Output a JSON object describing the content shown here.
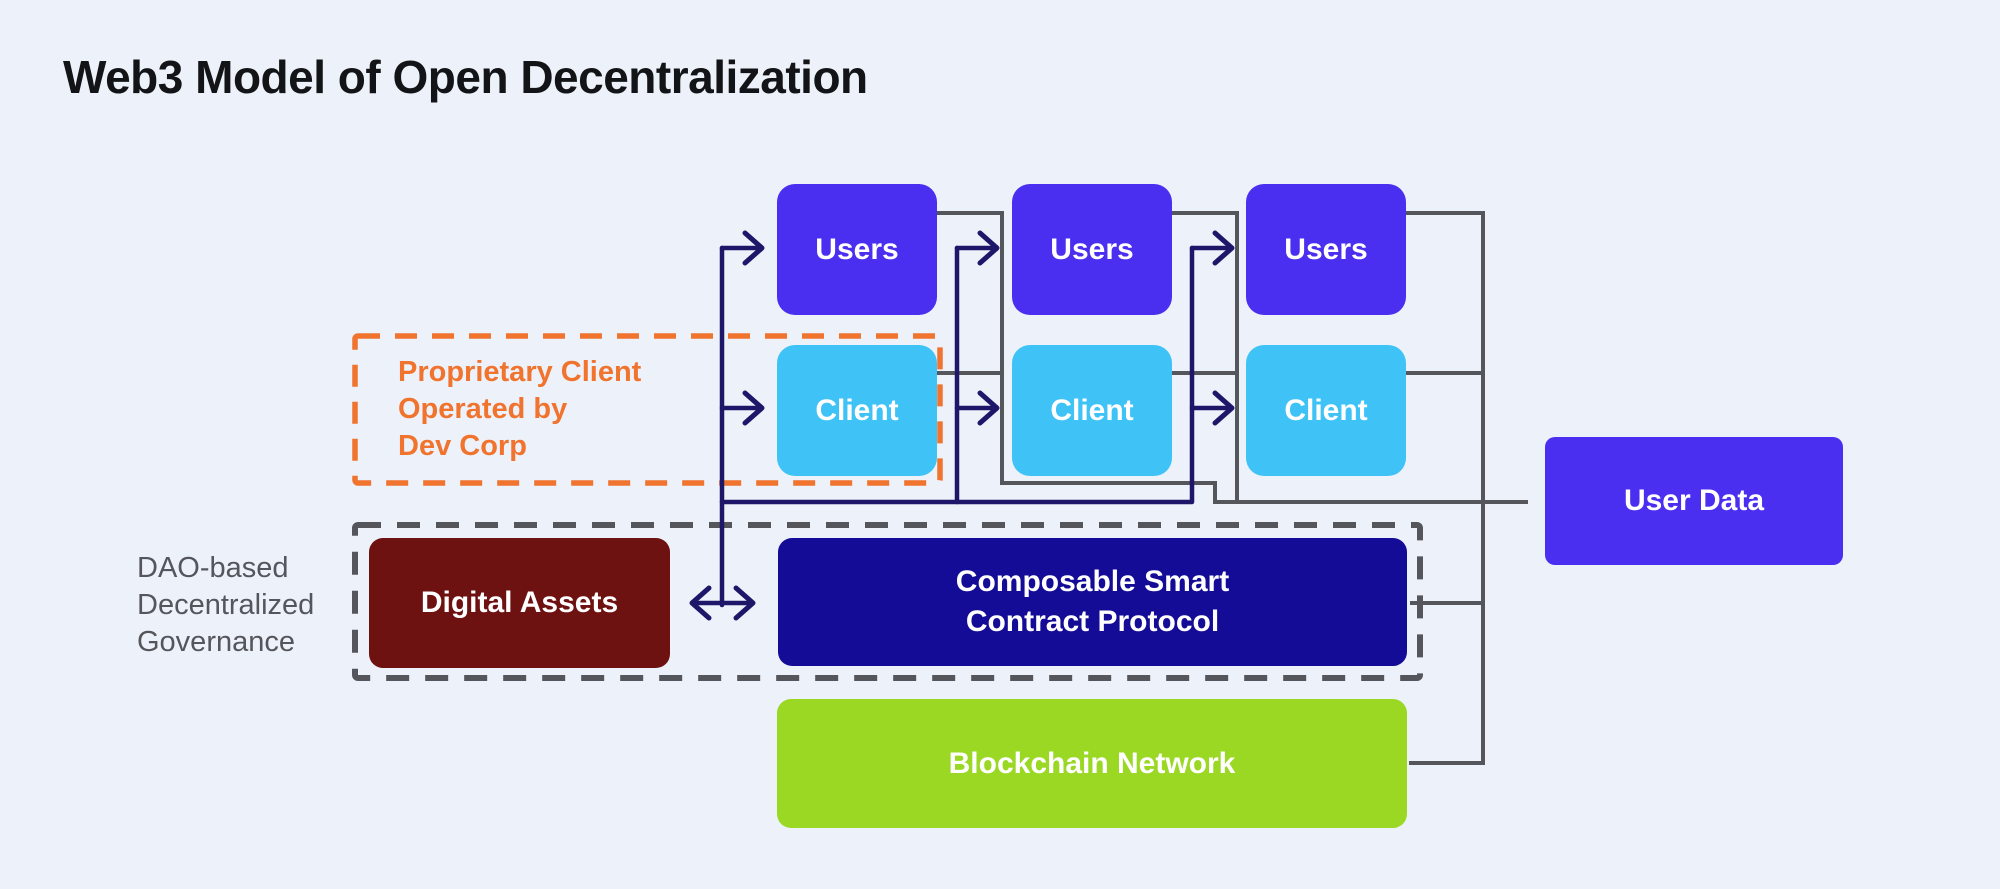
{
  "title": "Web3 Model of Open Decentralization",
  "nodes": {
    "users": [
      "Users",
      "Users",
      "Users"
    ],
    "clients": [
      "Client",
      "Client",
      "Client"
    ],
    "digital_assets": "Digital Assets",
    "protocol": "Composable Smart\nContract Protocol",
    "blockchain": "Blockchain Network",
    "user_data": "User Data"
  },
  "annotations": {
    "proprietary": [
      "Proprietary Client",
      "Operated by",
      "Dev Corp"
    ],
    "dao": [
      "DAO-based",
      "Decentralized",
      "Governance"
    ]
  },
  "colors": {
    "bg": "#edf2fa",
    "purple": "#4a2ff0",
    "cyan": "#3fc3f7",
    "maroon": "#6e1111",
    "navybox": "#140c96",
    "green": "#9ad824",
    "orange": "#f0732e",
    "linenavy": "#1d1669",
    "linegray": "#55565c",
    "labelgray": "#55565c"
  }
}
